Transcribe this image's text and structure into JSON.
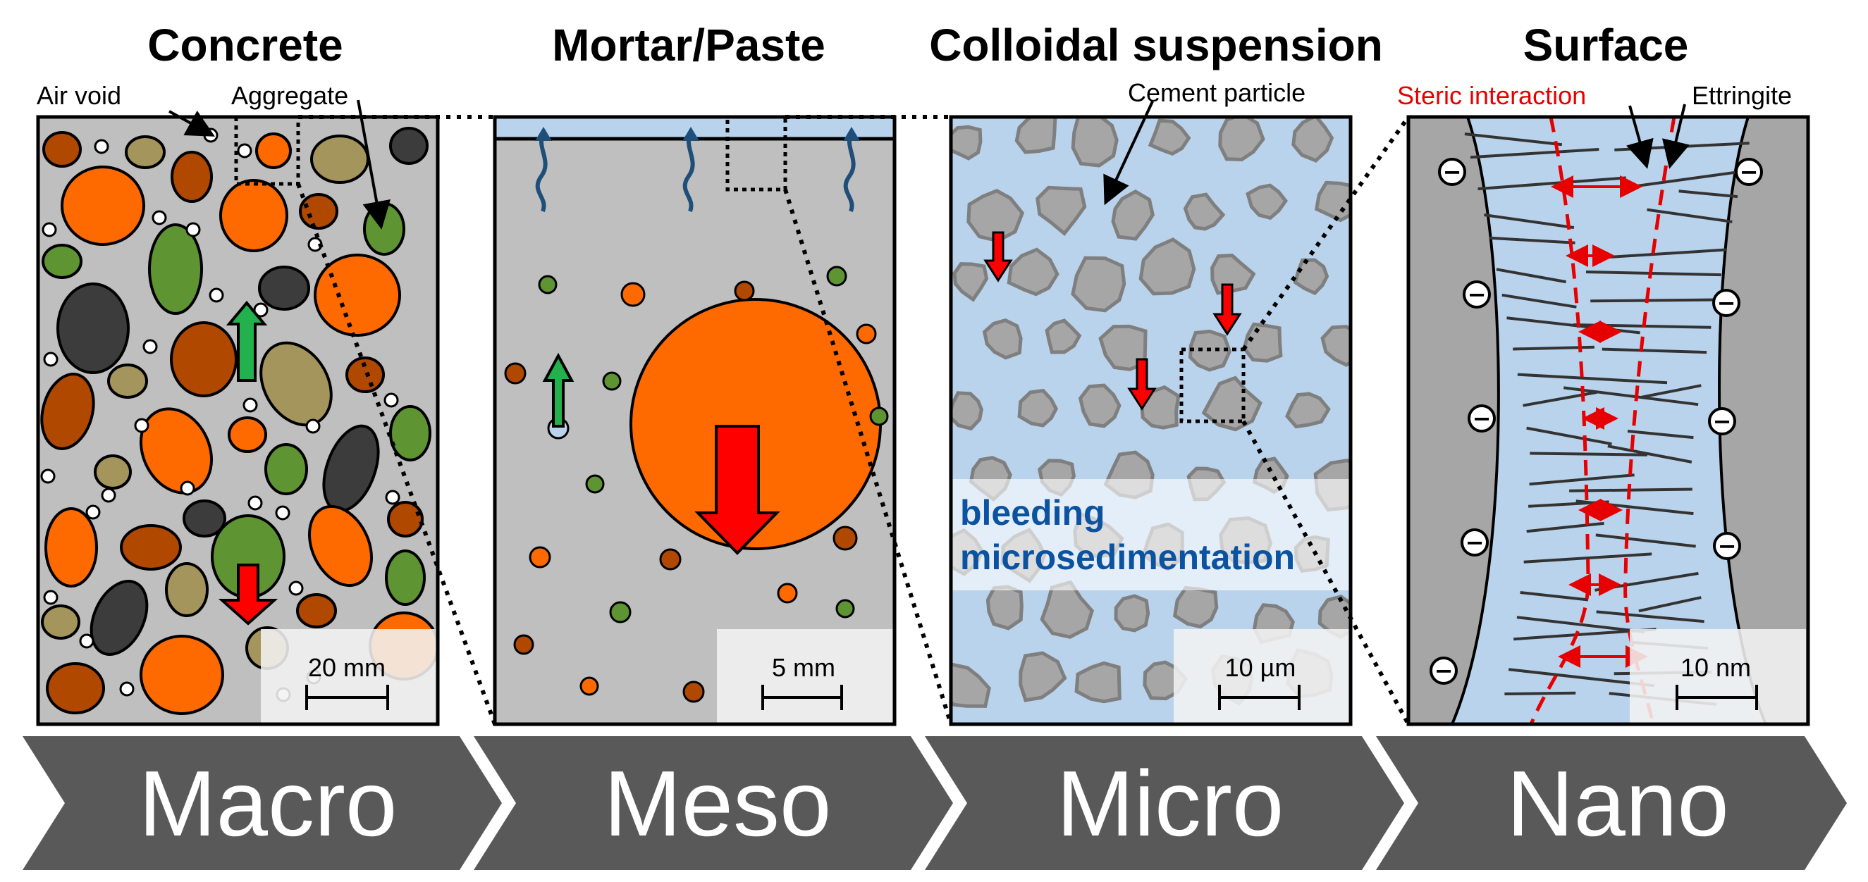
{
  "panels": {
    "concrete": {
      "title": "Concrete",
      "label_air_void": "Air void",
      "label_aggregate": "Aggregate",
      "scale": "20 mm"
    },
    "mortar": {
      "title": "Mortar/Paste",
      "scale": "5 mm"
    },
    "colloidal": {
      "title": "Colloidal suspension",
      "label_cement": "Cement particle",
      "phenomenon_1": "bleeding",
      "phenomenon_2": "microsedimentation",
      "scale": "10 µm"
    },
    "surface": {
      "title": "Surface",
      "label_steric": "Steric interaction",
      "label_ettringite": "Ettringite",
      "scale": "10 nm",
      "charge_symbol": "−"
    }
  },
  "scales_bar": [
    "Macro",
    "Meso",
    "Micro",
    "Nano"
  ],
  "colors": {
    "orange": "#ff6a00",
    "brown": "#b04800",
    "olive": "#a4955c",
    "green": "#5f9432",
    "dark": "#3c3c3c",
    "paste_gray": "#bfbfbf",
    "water_blue": "#b9d3ec",
    "arrow_red": "#ff0000",
    "arrow_green": "#22b14c",
    "steric_red": "#e60000",
    "chevron": "#595959"
  }
}
